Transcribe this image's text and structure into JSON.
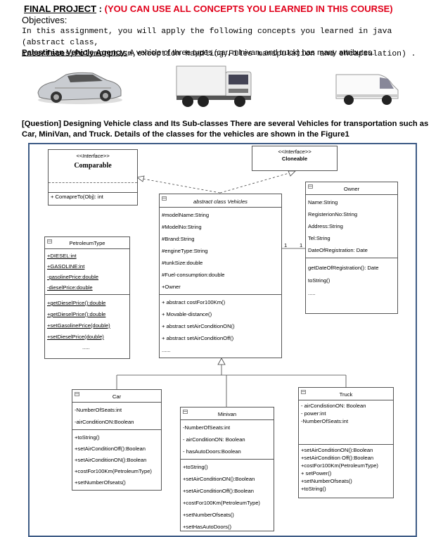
{
  "header": {
    "title_prefix": "FINAL PROJECT",
    "title_sep": " : ",
    "title_note": "(YOU CAN USE ALL CONCEPTS YOU LEARNED IN THIS COURSE)",
    "objectives_label": "Objectives:",
    "objectives_line1": "In this assignment, you will apply the following concepts you learned in java (abstract class,",
    "objectives_line2": "interfaces,Polymorphism,exception handling,Files manipulation and encapsulation) .",
    "agency_label": "Palestinian Vehicle Agency:",
    "agency_text": " A vehicle of three types (car, minivan, and truck) has many attributes."
  },
  "question": "[Question] Designing Vehicle class and Its Sub-classes There are several Vehicles for transportation such as Car, MiniVan, and Truck.  Details of the classes for the vehicles are shown in the Figure1",
  "colors": {
    "title_red": "#e0001a",
    "frame_blue": "#3e5c86"
  },
  "images": [
    "car-photo",
    "truck-photo",
    "van-photo"
  ],
  "diagram": {
    "comparable": {
      "stereotype": "<<Interface>>",
      "name": "Comparable",
      "method": "+ ComapreTo(Obj): int"
    },
    "cloneable": {
      "stereotype": "<<Interface>>",
      "name": "Cloneable"
    },
    "vehicles": {
      "name": "abstract class Vehicles",
      "attrs": [
        "#modelName:String",
        "#ModelNo:String",
        "#Brand:String",
        "#engineType:String",
        "#tunkSize:double",
        "#Fuel-consumption:double",
        "+Owner"
      ],
      "methods": [
        "+ abstract costFor100Km()",
        "+ Movable-distance()",
        "+ abstract setAirConditionON()",
        "+ abstract setAirConditionOff()",
        "......"
      ]
    },
    "owner": {
      "name": "Owner",
      "attrs": [
        "Name:String",
        "RegisterionNo:String",
        "Address:String",
        "Tel:String",
        "DateOfRegistration: Date"
      ],
      "methods": [
        "getDateOfRegistration(): Date",
        "toString()",
        "....."
      ]
    },
    "assoc": {
      "left": "1",
      "right": "1"
    },
    "petroleum": {
      "name": "PetroleumType",
      "attrs": [
        "+DIESEL:int",
        "+GASOLINE:int",
        "-gasolinePrice:double",
        "-dieselPrice:double"
      ],
      "methods": [
        "+getDieselPrice():double",
        "+getDieselPrice():double",
        "+setGasolinePrice(double)",
        "+setDieselPrice(double)",
        "....."
      ]
    },
    "car": {
      "name": "Car",
      "attrs": [
        "-NumberOfSeats:int",
        "-airConditionON:Boolean"
      ],
      "methods": [
        "+toString()",
        "+setAirConditionOff():Boolean",
        "+setAirConditionON():Boolean",
        "+costFor100Km(PetroleumType)",
        "+setNumberOfseats()"
      ]
    },
    "minivan": {
      "name": "Minivan",
      "attrs": [
        "-NumberOfSeats:int",
        "- airConditionON: Boolean",
        "- hasAutoDoors:Boolean"
      ],
      "methods": [
        "+toString()",
        "+setAirConditionON():Boolean",
        "+setAirConditionOff():Boolean",
        "+costFor100Km(PetroleumType)",
        "+setNumberOfseats()",
        "+setHasAutoDoors()"
      ]
    },
    "truck": {
      "name": "Truck",
      "attrs": [
        "- airCondistionON: Boolean",
        "- power:int",
        "-NumberOfSeats:int"
      ],
      "methods": [
        "+setAirConditionON():Boolean",
        "+setAirCondition Off():Boolean",
        "+costFor100Km(PetroleumType)",
        "+ setPower()",
        "+setNumberOfseats()",
        "+toString()"
      ]
    }
  }
}
